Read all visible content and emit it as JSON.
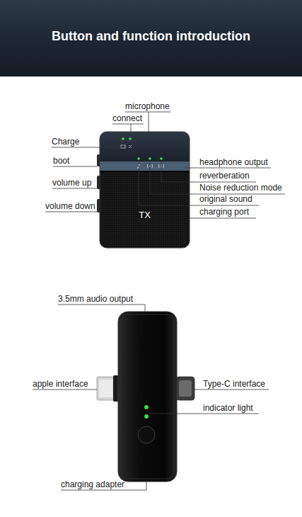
{
  "diagram": {
    "title": "Button and function introduction",
    "nodes": [
      {
        "text": [
          "TX"
        ]
      }
    ],
    "labels": [
      "microphone",
      "connect",
      "Charge",
      "boot",
      "headphone output",
      "reverberation",
      "volume up",
      "Noise reduction mode",
      "original sound",
      "volume down",
      "charging port",
      "3.5mm audio output",
      "apple interface",
      "Type-C interface",
      "indicator light",
      "charging adapter"
    ]
  }
}
